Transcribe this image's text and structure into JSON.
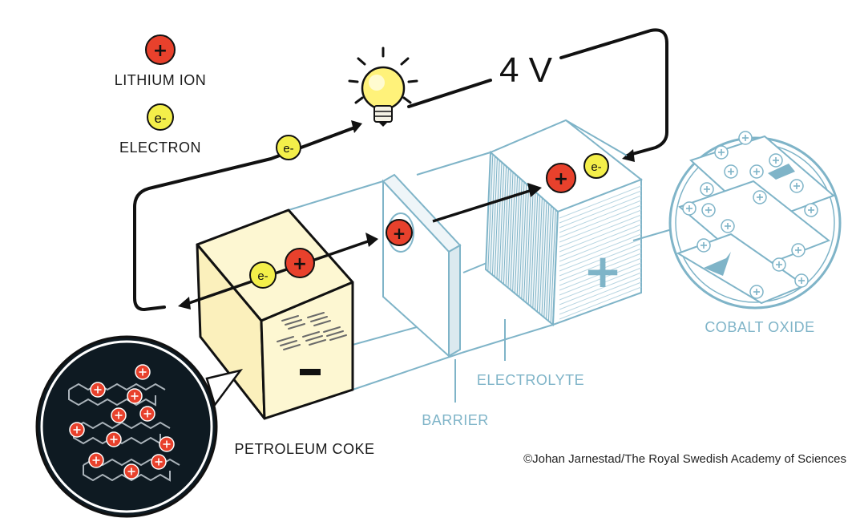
{
  "legend": {
    "ion_symbol": "+",
    "ion_label": "LITHIUM ION",
    "electron_symbol": "e-",
    "electron_label": "ELECTRON"
  },
  "circuit": {
    "voltage": "4 V"
  },
  "components": {
    "anode_label": "PETROLEUM COKE",
    "anode_sign": "−",
    "cathode_label": "COBALT OXIDE",
    "cathode_sign": "+",
    "barrier_label": "BARRIER",
    "electrolyte_label": "ELECTROLYTE"
  },
  "credit": "©Johan Jarnestad/The Royal Swedish Academy of Sciences",
  "colors": {
    "ion_red": "#e8412c",
    "electron_yellow": "#f4ef4a",
    "anode_cream": "#fdf7d2",
    "cathode_blue": "#7fb4c8",
    "dark_inset": "#0e1a22",
    "bulb_glow": "#fff27a"
  }
}
